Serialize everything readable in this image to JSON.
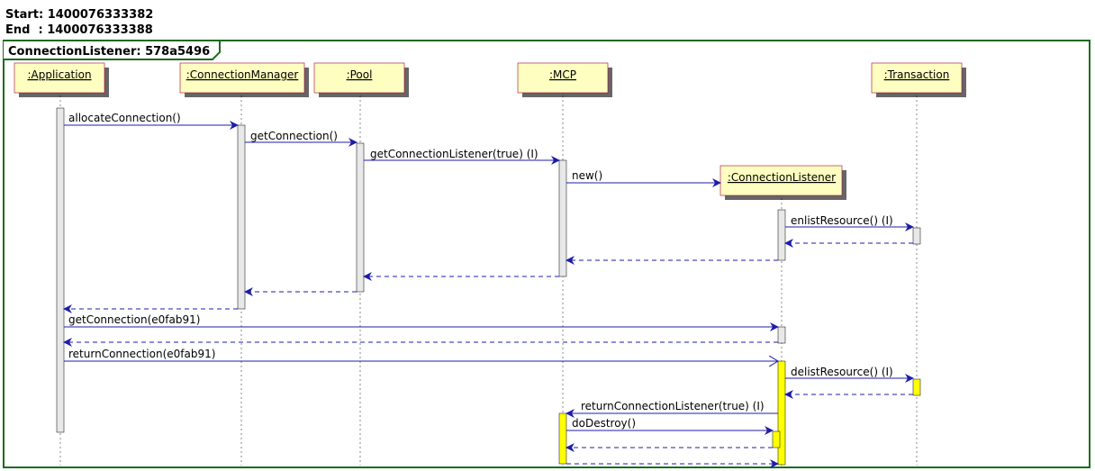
{
  "header": {
    "start_label": "Start: 1400076333382",
    "end_label": "End  : 1400076333388"
  },
  "frame": {
    "title": "ConnectionListener: 578a5496"
  },
  "participants": [
    {
      "id": "app",
      "label": ":Application"
    },
    {
      "id": "cm",
      "label": ":ConnectionManager"
    },
    {
      "id": "pool",
      "label": ":Pool"
    },
    {
      "id": "mcp",
      "label": ":MCP"
    },
    {
      "id": "cl",
      "label": ":ConnectionListener"
    },
    {
      "id": "tx",
      "label": ":Transaction"
    }
  ],
  "messages": [
    {
      "label": "allocateConnection()"
    },
    {
      "label": "getConnection()"
    },
    {
      "label": "getConnectionListener(true) (I)"
    },
    {
      "label": "new()"
    },
    {
      "label": "enlistResource() (I)"
    },
    {
      "label": ""
    },
    {
      "label": ""
    },
    {
      "label": ""
    },
    {
      "label": ""
    },
    {
      "label": ""
    },
    {
      "label": "getConnection(e0fab91)"
    },
    {
      "label": ""
    },
    {
      "label": "returnConnection(e0fab91)"
    },
    {
      "label": "delistResource() (I)"
    },
    {
      "label": ""
    },
    {
      "label": "returnConnectionListener(true) (I)"
    },
    {
      "label": "doDestroy()"
    },
    {
      "label": ""
    },
    {
      "label": ""
    }
  ],
  "colors": {
    "frame": "#1d6b1d",
    "participant_fill": "#fefec0",
    "participant_border": "#a80036",
    "arrow": "#1d1da8",
    "activation_default": "#e8e8e8",
    "activation_highlight": "#ffff00",
    "lifeline": "#888888"
  }
}
